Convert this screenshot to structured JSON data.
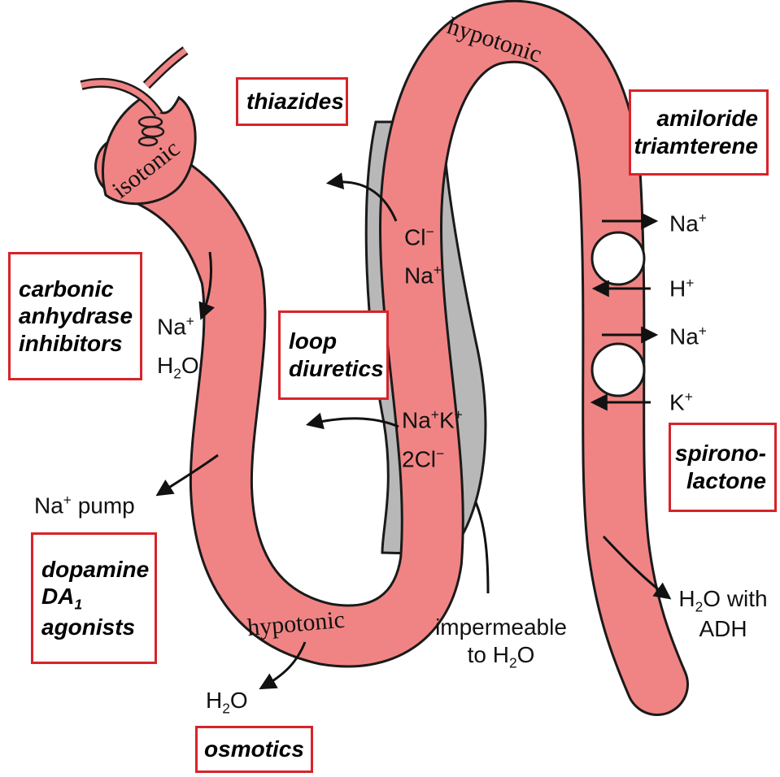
{
  "colors": {
    "tubule_fill": "#f08484",
    "tubule_outline": "#1a1a1a",
    "impermeable_gray": "#b8b8b8",
    "box_border": "#d8232a",
    "text": "#111111"
  },
  "drug_boxes": {
    "thiazides": "thiazides",
    "amiloride": "amiloride",
    "triamterene": "triamterene",
    "carbonic": "carbonic",
    "anhydrase": "anhydrase",
    "inhibitors": "inhibitors",
    "loop": "loop",
    "diuretics": "diuretics",
    "spirono": "spirono-",
    "lactone": "lactone",
    "dopamine": "dopamine",
    "da": "DA",
    "da_sub": "1",
    "agonists": "agonists",
    "osmotics": "osmotics"
  },
  "segment_labels": {
    "isotonic": "isotonic",
    "hypotonic_top": "hypotonic",
    "hypotonic_bottom": "hypotonic"
  },
  "ion_labels": {
    "prox_na": "Na",
    "prox_na_sup": "+",
    "prox_h2o": "H",
    "prox_h2o_sub": "2",
    "prox_h2o_end": "O",
    "cl": "Cl",
    "cl_sup": "−",
    "dct_na": "Na",
    "dct_na_sup": "+",
    "nkcc_na": "Na",
    "nkcc_na_sup": "+",
    "nkcc_k": "K",
    "nkcc_k_sup": "+",
    "nkcc_2cl": "2Cl",
    "nkcc_2cl_sup": "−",
    "na_pump": "Na",
    "na_pump_sup": "+",
    "na_pump_rest": " pump",
    "h2o_loop": "H",
    "h2o_loop_sub": "2",
    "h2o_loop_end": "O",
    "cd_na1": "Na",
    "cd_na1_sup": "+",
    "cd_h": "H",
    "cd_h_sup": "+",
    "cd_na2": "Na",
    "cd_na2_sup": "+",
    "cd_k": "K",
    "cd_k_sup": "+",
    "adh_h": "H",
    "adh_sub": "2",
    "adh_rest": "O with",
    "adh": "ADH",
    "impermeable": "impermeable",
    "to_h": "to H",
    "to_sub": "2",
    "to_o": "O"
  }
}
